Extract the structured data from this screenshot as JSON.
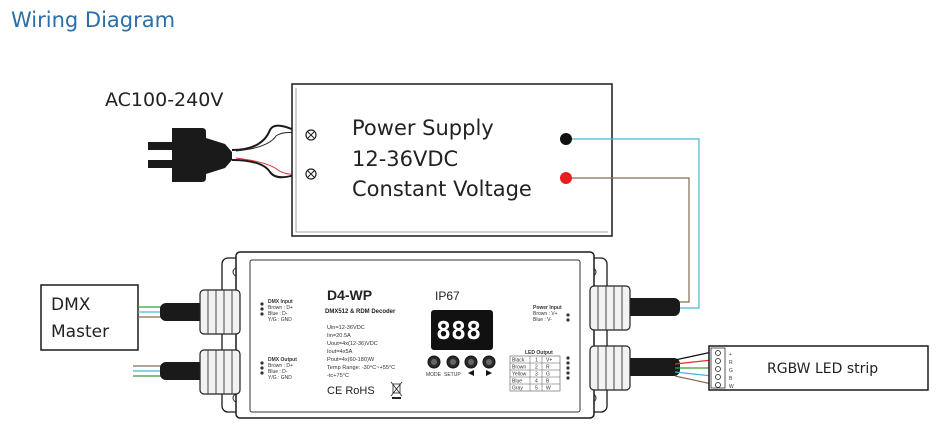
{
  "title": "Wiring Diagram",
  "ac_input": {
    "label": "AC100-240V"
  },
  "power_supply": {
    "line1": "Power Supply",
    "line2": "12-36VDC",
    "line3": "Constant Voltage"
  },
  "dmx_master": {
    "line1": "DMX",
    "line2": "Master"
  },
  "decoder": {
    "model": "D4-WP",
    "rating": "IP67",
    "subtitle": "DMX512 & RDM Decoder",
    "display": "888",
    "specs": [
      "Uin=12-36VDC",
      "Iin=20.5A",
      "Uout=4x(12-36)VDC",
      "Iout=4x5A",
      "Pout=4x(60-180)W",
      "Temp Range: -30°C~+55°C",
      "-tc+75°C"
    ],
    "dmx_input": {
      "title": "DMX Input",
      "lines": [
        "Brown : D+",
        "Blue : D-",
        "Y/G : GND"
      ]
    },
    "dmx_output": {
      "title": "DMX Output",
      "lines": [
        "Brown : D+",
        "Blue : D-",
        "Y/G : GND"
      ]
    },
    "power_input": {
      "title": "Power Input",
      "lines": [
        "Brown : V+",
        "Blue : V-"
      ]
    },
    "led_output": {
      "title": "LED Output",
      "rows": [
        [
          "Black",
          "1",
          "V+"
        ],
        [
          "Brown",
          "2",
          "R"
        ],
        [
          "Yellow",
          "3",
          "G"
        ],
        [
          "Blue",
          "4",
          "B"
        ],
        [
          "Gray",
          "5",
          "W"
        ]
      ]
    },
    "buttons": {
      "mode": "MODE",
      "setup": "SETUP"
    },
    "cert": "CE RoHS"
  },
  "led_strip": {
    "label": "RGBW LED strip",
    "pins": [
      "+",
      "R",
      "G",
      "B",
      "W"
    ]
  },
  "colors": {
    "title": "#2a6fa8",
    "wire_red": "#e03030",
    "wire_blue": "#4bb3d6",
    "wire_brown": "#8a6a55",
    "wire_green": "#3a9a3a",
    "terminal_red": "#e62020",
    "terminal_black": "#111111"
  },
  "icons": {
    "plug": "power-plug-icon",
    "terminal": "screw-terminal-icon",
    "bin": "weee-bin-icon"
  }
}
